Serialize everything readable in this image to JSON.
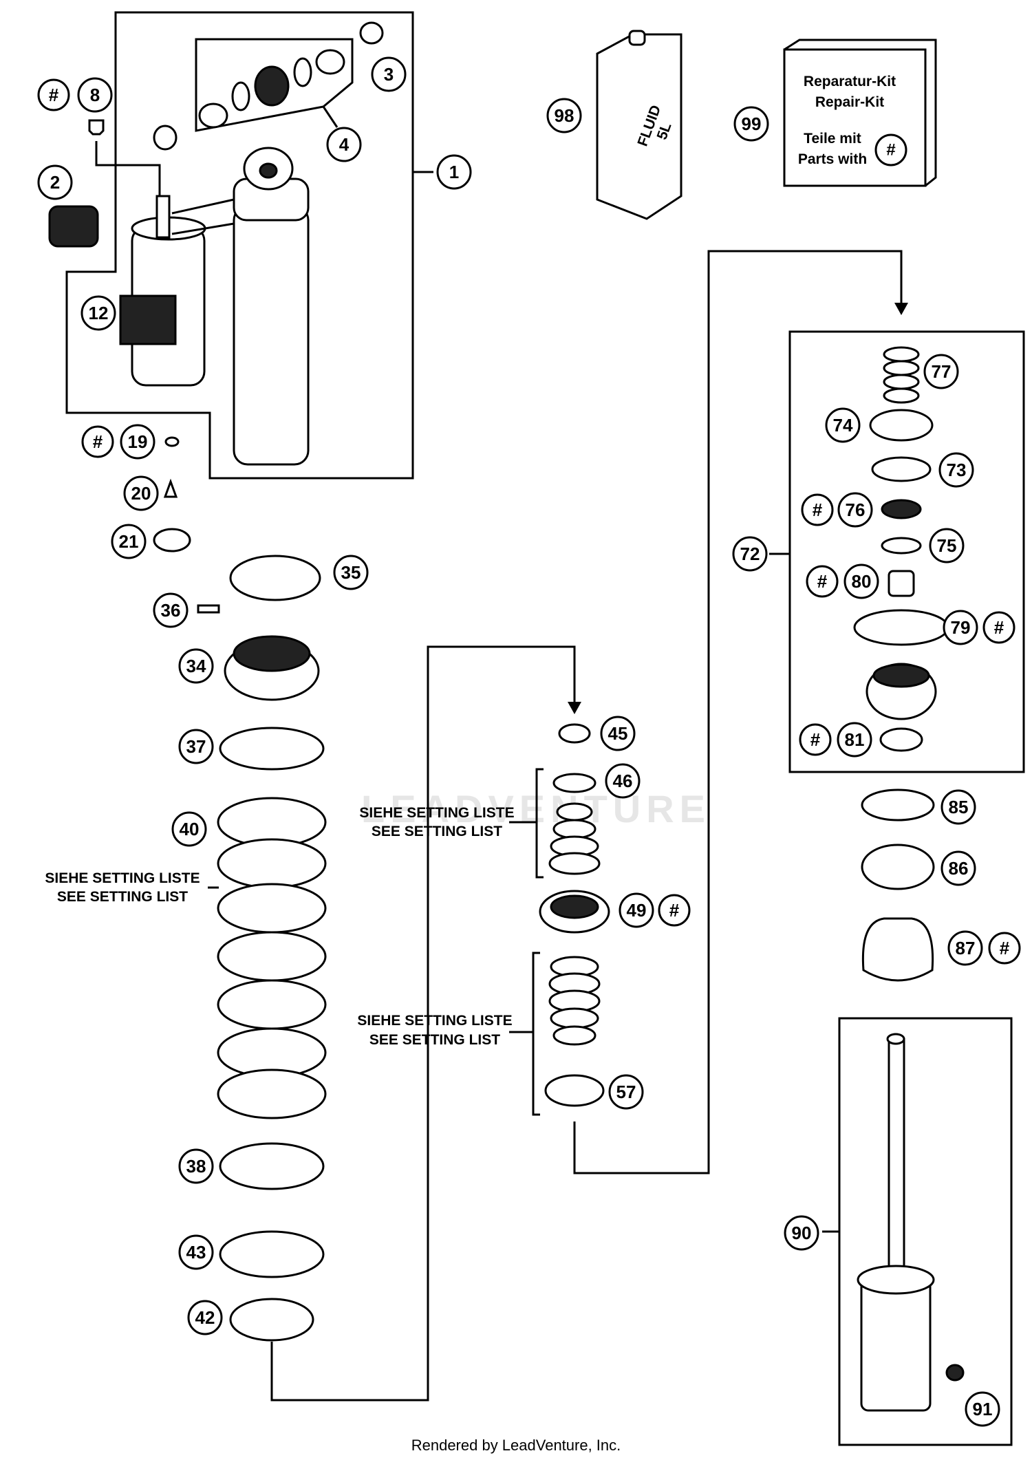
{
  "kit": {
    "line1": "Reparatur-Kit",
    "line2": "Repair-Kit",
    "line3": "Teile mit",
    "line4": "Parts with",
    "hash": "#"
  },
  "fluid_label": "FLUID\n5L",
  "setting_labels": {
    "spring_de": "SIEHE SETTING LISTE",
    "spring_en": "SEE SETTING LIST",
    "upper_de": "SIEHE SETTING LISTE",
    "upper_en": "SEE SETTING LIST",
    "lower_de": "SIEHE SETTING LISTE",
    "lower_en": "SEE SETTING LIST"
  },
  "watermark": "LEADVENTURE",
  "footer": "Rendered by LeadVenture, Inc.",
  "callouts": [
    {
      "id": "c1",
      "text": "1"
    },
    {
      "id": "c2",
      "text": "2"
    },
    {
      "id": "c3",
      "text": "3"
    },
    {
      "id": "c4",
      "text": "4"
    },
    {
      "id": "c8",
      "text": "8"
    },
    {
      "id": "c8h",
      "text": "#"
    },
    {
      "id": "c12",
      "text": "12"
    },
    {
      "id": "c19",
      "text": "19"
    },
    {
      "id": "c19h",
      "text": "#"
    },
    {
      "id": "c20",
      "text": "20"
    },
    {
      "id": "c21",
      "text": "21"
    },
    {
      "id": "c34",
      "text": "34"
    },
    {
      "id": "c35",
      "text": "35"
    },
    {
      "id": "c36",
      "text": "36"
    },
    {
      "id": "c37",
      "text": "37"
    },
    {
      "id": "c38",
      "text": "38"
    },
    {
      "id": "c40",
      "text": "40"
    },
    {
      "id": "c42",
      "text": "42"
    },
    {
      "id": "c43",
      "text": "43"
    },
    {
      "id": "c45",
      "text": "45"
    },
    {
      "id": "c46",
      "text": "46"
    },
    {
      "id": "c49",
      "text": "49"
    },
    {
      "id": "c49h",
      "text": "#"
    },
    {
      "id": "c57",
      "text": "57"
    },
    {
      "id": "c72",
      "text": "72"
    },
    {
      "id": "c73",
      "text": "73"
    },
    {
      "id": "c74",
      "text": "74"
    },
    {
      "id": "c75",
      "text": "75"
    },
    {
      "id": "c76",
      "text": "76"
    },
    {
      "id": "c76h",
      "text": "#"
    },
    {
      "id": "c77",
      "text": "77"
    },
    {
      "id": "c79",
      "text": "79"
    },
    {
      "id": "c79h",
      "text": "#"
    },
    {
      "id": "c80",
      "text": "80"
    },
    {
      "id": "c80h",
      "text": "#"
    },
    {
      "id": "c81",
      "text": "81"
    },
    {
      "id": "c81h",
      "text": "#"
    },
    {
      "id": "c85",
      "text": "85"
    },
    {
      "id": "c86",
      "text": "86"
    },
    {
      "id": "c87",
      "text": "87"
    },
    {
      "id": "c87h",
      "text": "#"
    },
    {
      "id": "c90",
      "text": "90"
    },
    {
      "id": "c91",
      "text": "91"
    },
    {
      "id": "c98",
      "text": "98"
    },
    {
      "id": "c99",
      "text": "99"
    }
  ]
}
